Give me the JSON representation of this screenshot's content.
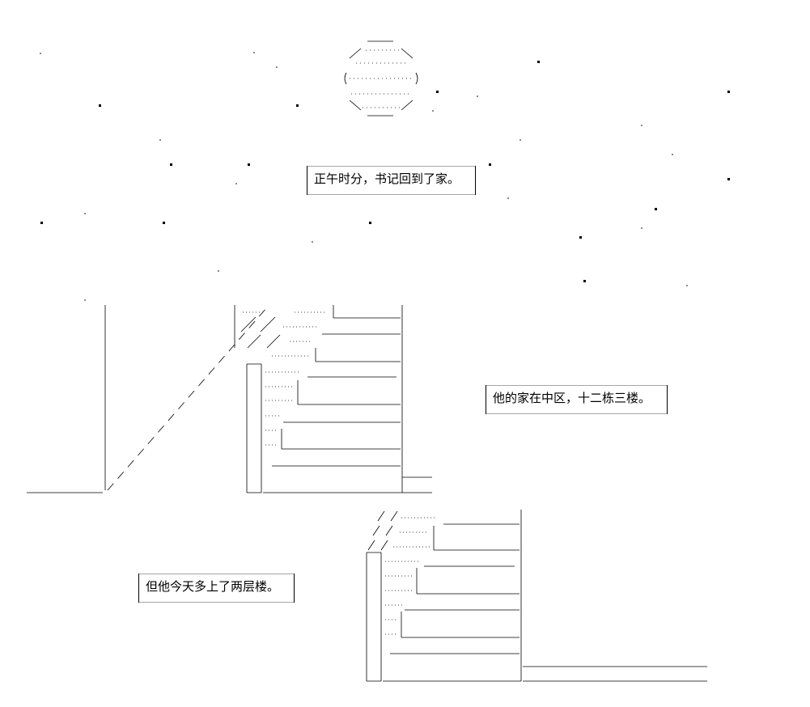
{
  "captions": {
    "noon": "正午时分，书记回到了家。",
    "home": "他的家在中区，十二栋三楼。",
    "today": "但他今天多上了两层楼。"
  }
}
